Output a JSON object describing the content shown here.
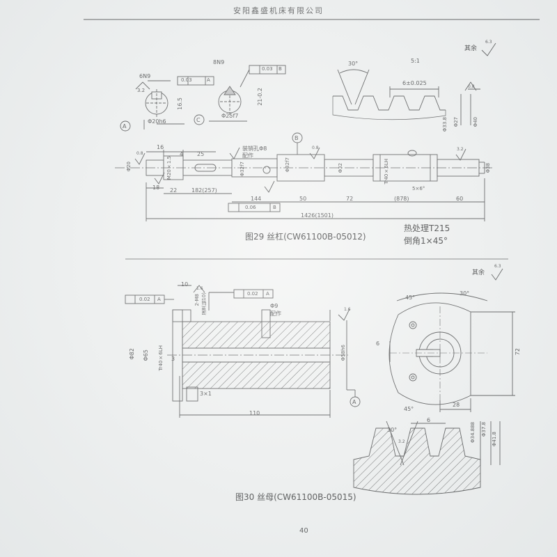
{
  "header": {
    "company": "安阳鑫盛机床有限公司"
  },
  "fig29": {
    "caption": "图29 丝杠(CW61100B-05012)",
    "notes": [
      "热处理T215",
      "倒角1×45°"
    ],
    "rest_mark": "其余",
    "rest_value": "6.3",
    "scale": "5:1",
    "dims": {
      "keyway_a": "6N9",
      "keyway_b": "8N9",
      "tol_a": "0.03",
      "datum_a": "A",
      "tol_b": "0.03",
      "datum_b": "B",
      "phi_a": "Φ20h6",
      "phi_c": "Φ25f7",
      "d163": "16.5",
      "d213": "21-0.2",
      "thread_angle": "30°",
      "pitch": "6±0.025",
      "phi_thread1": "Φ33.8",
      "phi_thread2": "Φ27",
      "phi_thread3": "Φ40",
      "d16": "16",
      "d4": "4",
      "d25": "25",
      "m20": "M20×1.5",
      "pin_note": "装销孔Φ8",
      "pin_note2": "配作",
      "phi_32f7": "Φ32f7",
      "phi_32": "Φ32",
      "phi_27": "Φ27",
      "tr40": "Tr40×6LH",
      "phi_20": "Φ20",
      "phi_38": "Φ38",
      "d18": "18",
      "d22": "22",
      "d182": "182(257)",
      "d144": "144",
      "d50": "50",
      "d72": "72",
      "d878": "(878)",
      "d60": "60",
      "chamfer": "5×6°",
      "runout_tol": "0.06",
      "runout_datum": "B",
      "total": "1426(1501)",
      "circle_a": "A",
      "circle_b": "B",
      "circle_c": "C",
      "ra32": "3.2",
      "ra08": "0.8",
      "ra16": "1.6"
    }
  },
  "fig30": {
    "caption": "图30 丝母(CW61100B-05015)",
    "rest_mark": "其余",
    "rest_value": "6.3",
    "dims": {
      "d10": "10",
      "tol": "0.02",
      "datum": "A",
      "tol2": "0.02",
      "datum2": "A",
      "m8": "2-M8",
      "m8deep": "深8(钻10)",
      "phi9": "Φ9",
      "peizuo": "配作",
      "phi82": "Φ82",
      "phi65": "Φ65",
      "tr40": "Tr40×6LH",
      "d3": "3",
      "phi58": "Φ58h6",
      "chamfer": "3×1",
      "len": "110",
      "datum_circle": "A",
      "a45top": "45°",
      "a30": "30°",
      "a45bot": "45°",
      "d6": "6",
      "d72": "72",
      "d28": "28",
      "thread_angle": "30°",
      "pitch": "6",
      "phi34": "Φ34.888",
      "phi37": "Φ37.8",
      "phi41": "Φ41.8",
      "ra16": "1.6",
      "ra32": "3.2"
    }
  },
  "page_number": "40"
}
